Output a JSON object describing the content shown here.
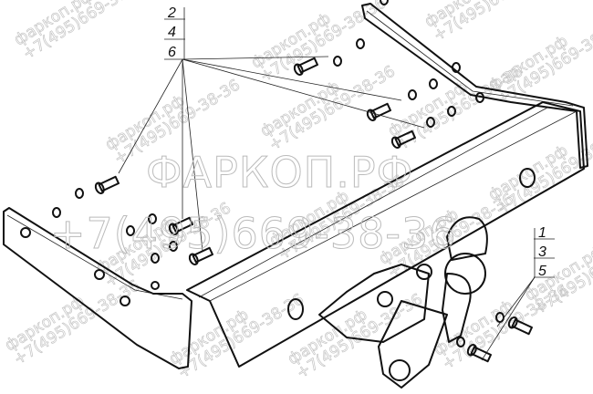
{
  "drawing": {
    "callout_left": [
      "2",
      "4",
      "6"
    ],
    "callout_right": [
      "1",
      "3",
      "5"
    ]
  },
  "watermark": {
    "brand": "ФАРКОП.РФ",
    "phone": "+7(495)669-38-36",
    "brand_small": "фаркоп.рф",
    "phone_small": "+7(495)669-38-36"
  }
}
